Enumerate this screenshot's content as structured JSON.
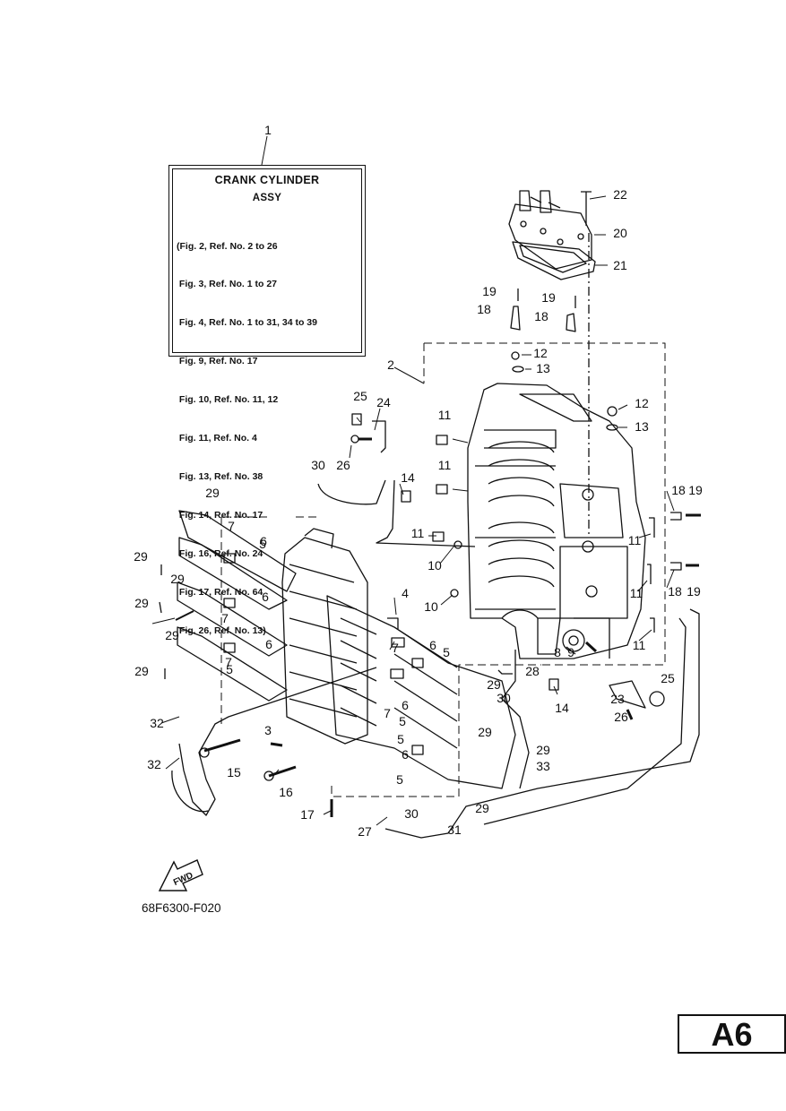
{
  "info_box": {
    "ref": "1",
    "title_line1": "CRANK CYLINDER",
    "title_line2": "ASSY",
    "lines": [
      "(Fig. 2, Ref. No. 2 to 26",
      " Fig. 3, Ref. No. 1 to 27",
      " Fig. 4, Ref. No. 1 to 31, 34 to 39",
      " Fig. 9, Ref. No. 17",
      " Fig. 10, Ref. No. 11, 12",
      " Fig. 11, Ref. No. 4",
      " Fig. 13, Ref. No. 38",
      " Fig. 14, Ref. No. 17",
      " Fig. 16, Ref. No. 24",
      " Fig. 17, Ref. No. 64",
      " Fig. 26, Ref. No. 13)"
    ]
  },
  "callouts": [
    "2",
    "3",
    "4",
    "5",
    "5",
    "5",
    "5",
    "5",
    "5",
    "6",
    "6",
    "6",
    "6",
    "6",
    "6",
    "7",
    "7",
    "7",
    "7",
    "7",
    "8",
    "9",
    "10",
    "10",
    "11",
    "11",
    "11",
    "11",
    "11",
    "11",
    "12",
    "12",
    "13",
    "13",
    "14",
    "14",
    "15",
    "16",
    "17",
    "18",
    "18",
    "18",
    "18",
    "19",
    "19",
    "19",
    "19",
    "20",
    "21",
    "22",
    "23",
    "24",
    "25",
    "25",
    "26",
    "26",
    "27",
    "28",
    "29",
    "29",
    "29",
    "29",
    "29",
    "29",
    "29",
    "29",
    "29",
    "29",
    "30",
    "30",
    "30",
    "31",
    "32",
    "32",
    "33"
  ],
  "fwd_label": "FWD",
  "figure_code": "68F6300-F020",
  "page_tag": "A6",
  "colors": {
    "ink": "#111111",
    "background": "#ffffff"
  }
}
